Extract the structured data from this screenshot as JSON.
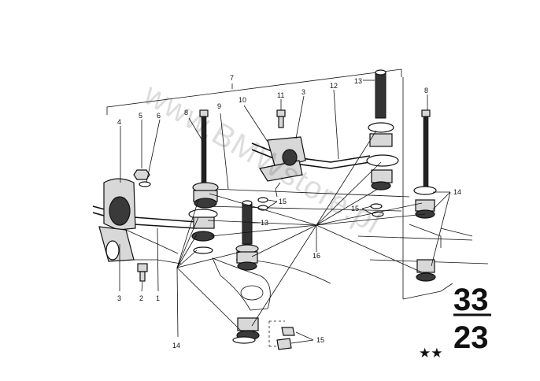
{
  "diagram": {
    "callouts": {
      "c1": "1",
      "c2": "2",
      "c3a": "3",
      "c3b": "3",
      "c4": "4",
      "c5": "5",
      "c6": "6",
      "c7": "7",
      "c8a": "8",
      "c8b": "8",
      "c9": "9",
      "c10": "10",
      "c11": "11",
      "c12": "12",
      "c13a": "13",
      "c13b": "13",
      "c14a": "14",
      "c14b": "14",
      "c15a": "15",
      "c15b": "15",
      "c15c": "15",
      "c16": "16"
    },
    "group_code": {
      "top": "33",
      "bottom": "23",
      "stars": "★★"
    },
    "watermark": "www.BMWstore.pl"
  }
}
